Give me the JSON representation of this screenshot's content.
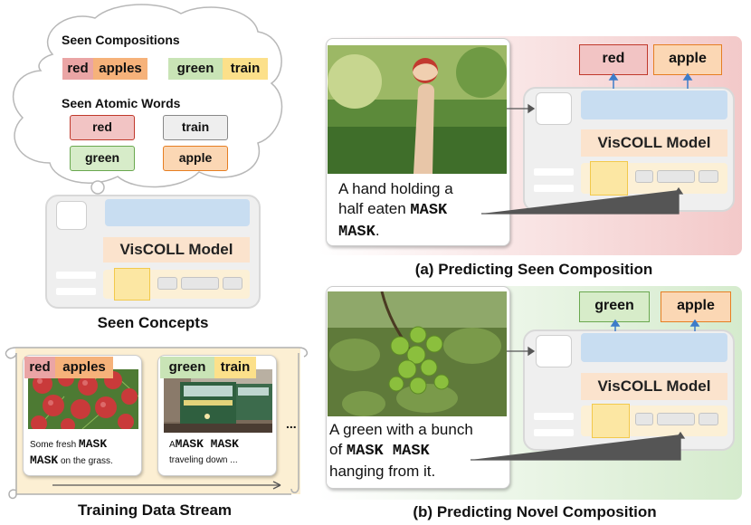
{
  "seen": {
    "compositions_title": "Seen Compositions",
    "atomic_title": "Seen Atomic Words",
    "comp1_a": "red",
    "comp1_b": "apples",
    "comp2_a": "green",
    "comp2_b": "train",
    "atom_red": "red",
    "atom_train": "train",
    "atom_green": "green",
    "atom_apple": "apple",
    "model_label": "VisCOLL Model",
    "caption": "Seen Concepts"
  },
  "stream": {
    "card1_tag_a": "red",
    "card1_tag_b": "apples",
    "card1_text_1": "Some fresh",
    "card1_text_mask1": "MASK",
    "card1_text_mask2": "MASK",
    "card1_text_2": "on the grass.",
    "card2_tag_a": "green",
    "card2_tag_b": "train",
    "card2_text_1": "A",
    "card2_text_mask": "MASK MASK",
    "card2_text_2": "traveling down ...",
    "ellipsis": "...",
    "caption": "Training Data Stream"
  },
  "panel_a": {
    "out1": "red",
    "out2": "apple",
    "text_1": "A hand holding a",
    "text_2": "half eaten",
    "mask1": "MASK",
    "mask2": "MASK",
    "text_3": ".",
    "model_label": "VisCOLL Model",
    "caption_prefix": "(a) Predicting",
    "caption_bold": "Seen",
    "caption_suffix": "Composition"
  },
  "panel_b": {
    "out1": "green",
    "out2": "apple",
    "text_1": "A green with a bunch",
    "text_2": "of",
    "mask": "MASK MASK",
    "text_3": "hanging from it.",
    "model_label": "VisCOLL Model",
    "caption_prefix": "(b) Predicting",
    "caption_bold": "Novel",
    "caption_suffix": "Composition"
  },
  "colors": {
    "red_fill": "#f2c4c4",
    "red_border": "#c0392b",
    "orange_fill": "#fbd7b4",
    "orange_border": "#e67e22",
    "green_fill": "#d7ecc9",
    "green_border": "#6aa84f",
    "yellow_fill": "#fdeb9e",
    "panel_a_bg": "#f3c9c9",
    "panel_b_bg": "#d5ebcd"
  }
}
